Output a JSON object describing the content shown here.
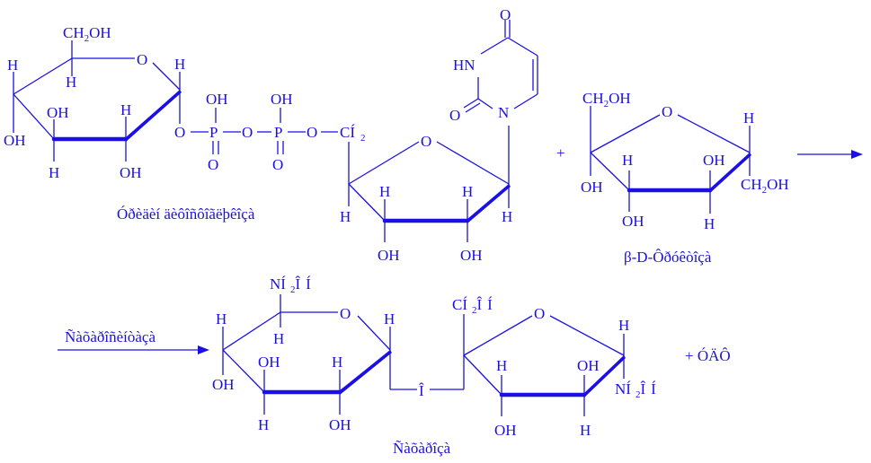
{
  "colors": {
    "ink": "#1a10e6",
    "background": "#ffffff"
  },
  "labels": {
    "ch2oh": "CH",
    "ch2oh_sub": "2",
    "ch2oh_tail": "OH",
    "oh": "OH",
    "h": "H",
    "o": "O",
    "p": "P",
    "hn": "HN",
    "n": "N",
    "ch2_head": "CÍ",
    "ch2_sub": "2",
    "nh2_head": "NÍ",
    "nh2_sub": "2",
    "nh2_tail": "Î",
    "nh2_end": "Í",
    "bridge_o": "Î",
    "plus": "+",
    "udp_caption": "Óðèäèí äèôîñôîãëþêîçà",
    "fructose_caption": "β-D-Ôðóêòîçà",
    "enzyme_caption": "Ñàõàðîñèíòàçà",
    "sucrose_caption": "Ñàõàðîçà",
    "udp_product": "+ ÓÄÔ"
  }
}
